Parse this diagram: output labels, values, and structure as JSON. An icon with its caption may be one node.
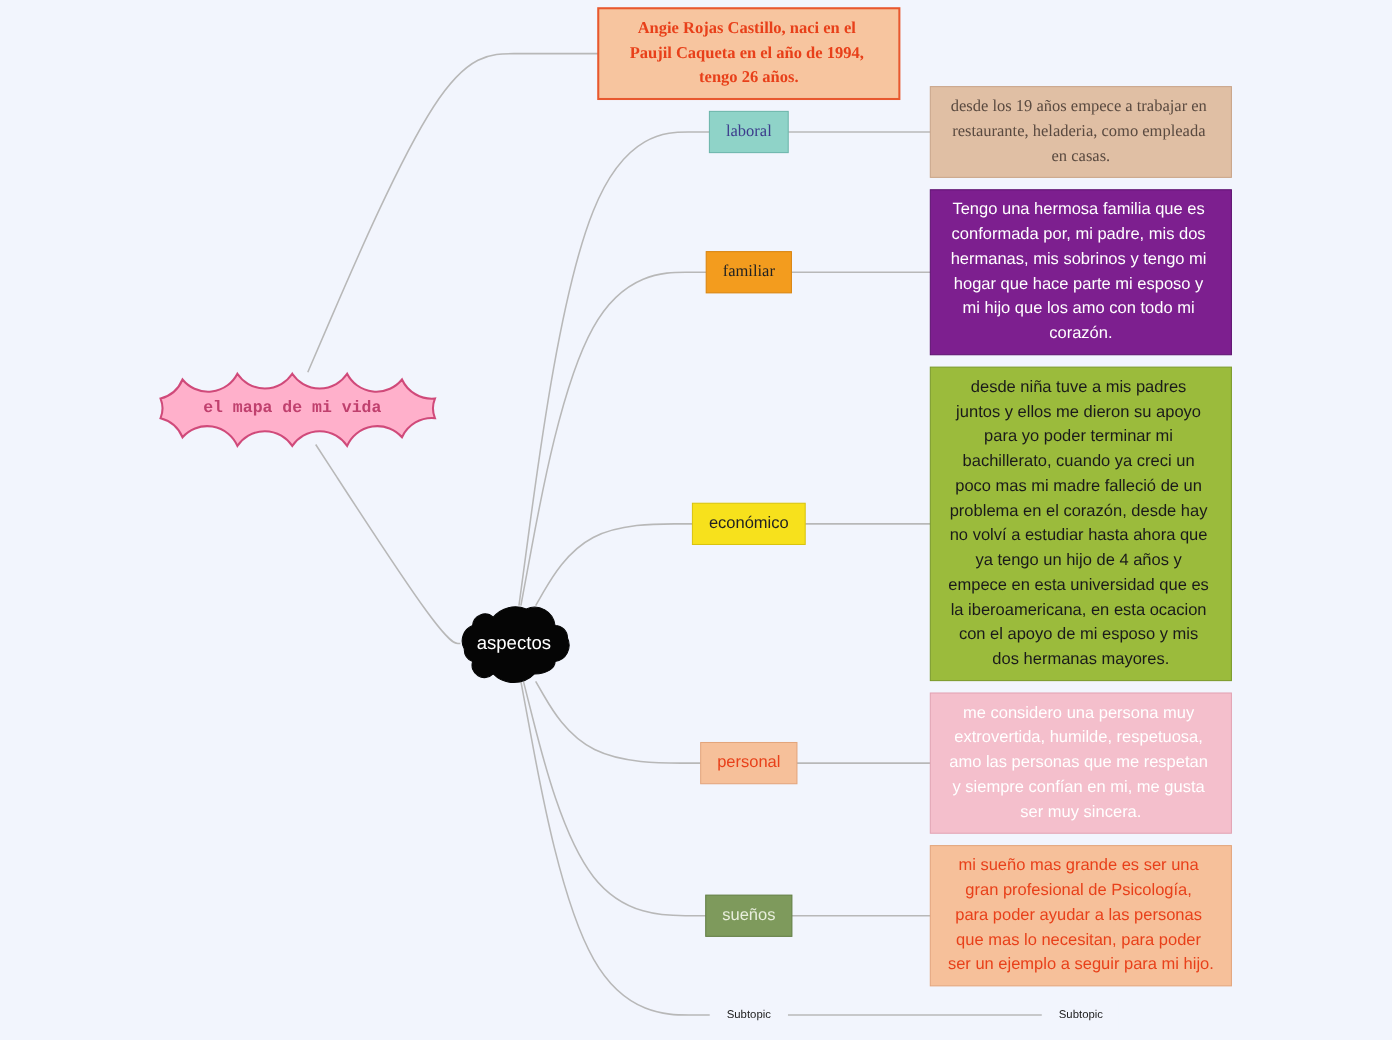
{
  "diagram": {
    "nodes": [
      {
        "text": [
          "el mapa de mi vida"
        ]
      },
      {
        "text": [
          "Angie Rojas Castillo, naci en el Paujil Caqueta en el año de 1994, tengo 26 años."
        ]
      },
      {
        "text": [
          "aspectos"
        ]
      },
      {
        "text": [
          "laboral"
        ]
      },
      {
        "text": [
          "desde los 19 años empece a trabajar en restaurante, heladeria, como empleada en casas."
        ]
      },
      {
        "text": [
          "familiar"
        ]
      },
      {
        "text": [
          "Tengo una hermosa familia que es conformada por, mi padre, mis dos hermanas, mis sobrinos y tengo mi hogar que hace parte mi esposo y mi hijo que los amo con todo mi corazón."
        ]
      },
      {
        "text": [
          "económico"
        ]
      },
      {
        "text": [
          "desde niña tuve a mis padres juntos y ellos me dieron su apoyo para yo poder terminar mi bachillerato, cuando ya creci un poco mas mi madre falleció de un problema en el corazón, desde hay no volví a estudiar hasta ahora que ya tengo un hijo de 4 años y empece en esta universidad que es la iberoamericana, en esta ocacion con el apoyo de mi esposo y mis dos hermanas mayores."
        ]
      },
      {
        "text": [
          "personal"
        ]
      },
      {
        "text": [
          "me considero una persona muy extrovertida, humilde, respetuosa, amo las personas que me respetan y siempre confían en mi, me gusta ser muy sincera."
        ]
      },
      {
        "text": [
          "sueños"
        ]
      },
      {
        "text": [
          "mi sueño mas grande es ser una gran profesional de Psicología, para poder ayudar a las personas que mas lo necesitan, para poder ser un ejemplo a seguir para mi hijo."
        ]
      },
      {
        "text": [
          "Subtopic"
        ]
      },
      {
        "text": [
          "Subtopic"
        ]
      }
    ],
    "edges": [
      {
        "from": 0,
        "to": 1,
        "arrow": "none"
      },
      {
        "from": 0,
        "to": 2,
        "arrow": "none"
      },
      {
        "from": 2,
        "to": 3,
        "arrow": "none"
      },
      {
        "from": 3,
        "to": 4,
        "arrow": "none"
      },
      {
        "from": 2,
        "to": 5,
        "arrow": "none"
      },
      {
        "from": 5,
        "to": 6,
        "arrow": "none"
      },
      {
        "from": 2,
        "to": 7,
        "arrow": "none"
      },
      {
        "from": 7,
        "to": 8,
        "arrow": "none"
      },
      {
        "from": 2,
        "to": 9,
        "arrow": "none"
      },
      {
        "from": 9,
        "to": 10,
        "arrow": "none"
      },
      {
        "from": 2,
        "to": 11,
        "arrow": "none"
      },
      {
        "from": 11,
        "to": 12,
        "arrow": "none"
      },
      {
        "from": 2,
        "to": 13,
        "arrow": "none"
      },
      {
        "from": 13,
        "to": 14,
        "arrow": "none"
      }
    ]
  }
}
